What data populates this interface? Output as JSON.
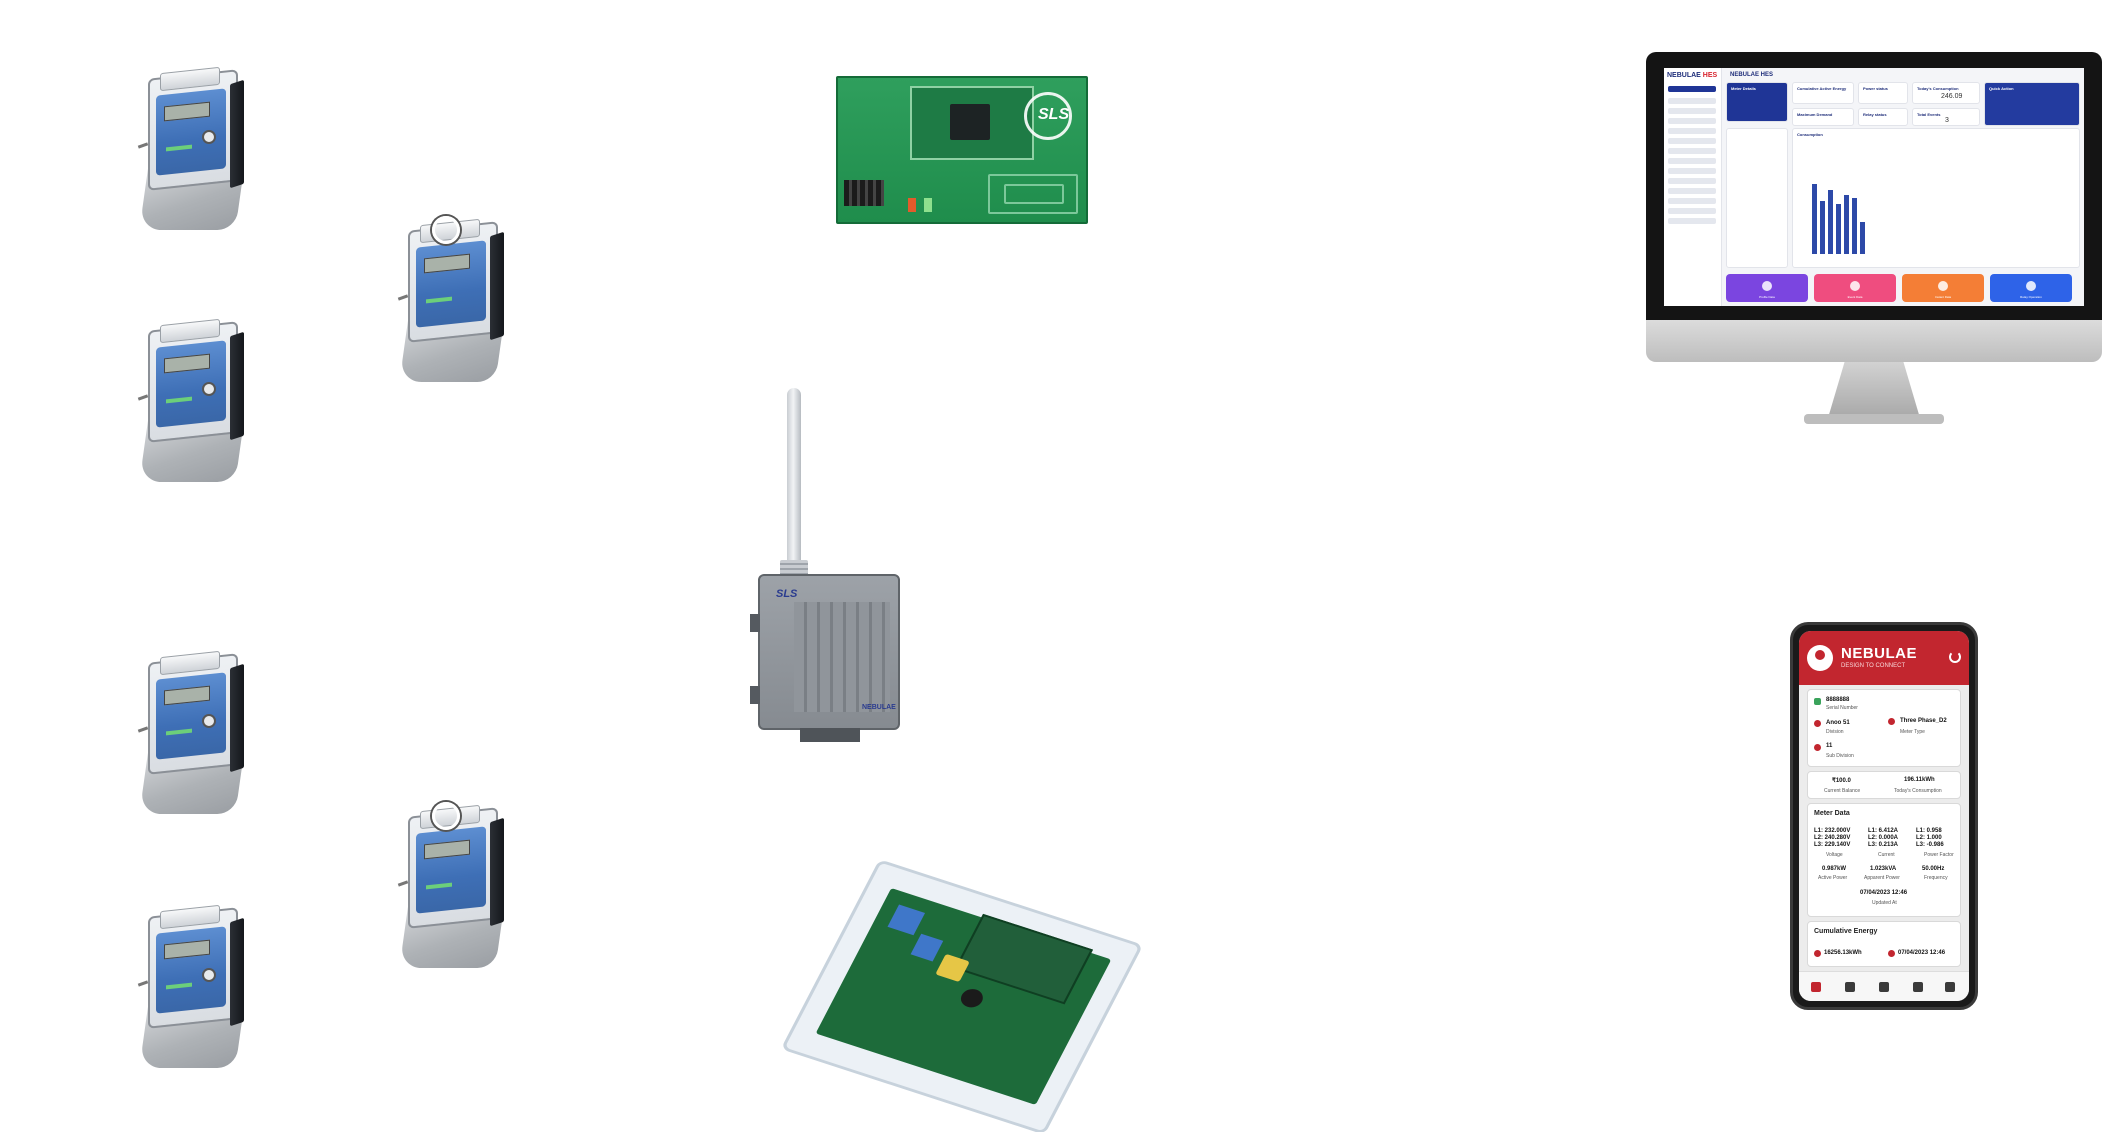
{
  "monitor_app": {
    "brand": "NEBULAE HES",
    "brand_main": "NEBULAE",
    "brand_accent": "HES",
    "page_title": "NEBULAE HES",
    "cards": {
      "meter_details": "Meter Details",
      "cumulative_active_energy": "Cumulative Active Energy",
      "power_status": "Power status",
      "todays_consumption": "Today's Consumption",
      "todays_consumption_value": "246.09",
      "quick_action": "Quick Action",
      "maximum_demand": "Maximum Demand",
      "relay_status": "Relay status",
      "total_events": "Total Events",
      "total_events_value": "3",
      "consumption": "Consumption"
    },
    "chart_data": {
      "type": "bar",
      "title": "Consumption",
      "values": [
        92,
        70,
        84,
        66,
        78,
        74,
        42
      ],
      "note": "values approximate (bar heights read from small screenshot)"
    },
    "actions": [
      {
        "label": "Profile Data",
        "color": "#7b45e0"
      },
      {
        "label": "Event Data",
        "color": "#ef4d7f"
      },
      {
        "label": "Instant Data",
        "color": "#f47e36"
      },
      {
        "label": "Relay Operation",
        "color": "#2e63e8"
      }
    ]
  },
  "mobile_app": {
    "brand": "NEBULAE",
    "tagline": "DESIGN TO CONNECT",
    "serial_number_value": "8888888",
    "serial_number_label": "Serial Number",
    "division_value": "Anoo 51",
    "division_label": "Division",
    "meter_type_value": "Three Phase_D2",
    "meter_type_label": "Meter Type",
    "sub_division_value": "11",
    "sub_division_label": "Sub Division",
    "current_balance_value": "₹100.0",
    "current_balance_label": "Current Balance",
    "todays_consumption_value": "196.11kWh",
    "todays_consumption_label": "Today's Consumption",
    "meter_data_heading": "Meter Data",
    "voltage": [
      "L1: 232.000V",
      "L2: 240.280V",
      "L3: 229.140V"
    ],
    "voltage_label": "Voltage",
    "current": [
      "L1: 6.412A",
      "L2: 0.000A",
      "L3: 0.213A"
    ],
    "current_label": "Current",
    "power_factor": [
      "L1: 0.958",
      "L2: 1.000",
      "L3: -0.986"
    ],
    "power_factor_label": "Power Factor",
    "active_power_value": "0.987kW",
    "active_power_label": "Active Power",
    "apparent_power_value": "1.023kVA",
    "apparent_power_label": "Apparent Power",
    "frequency_value": "50.00Hz",
    "frequency_label": "Frequency",
    "updated_value": "07/04/2023 12:46",
    "updated_label": "Updated At",
    "cumulative_energy_heading": "Cumulative Energy",
    "cumulative_energy_value": "16256.13kWh",
    "cumulative_energy_time": "07/04/2023 12:46"
  },
  "devices": {
    "rf_logo": "SLS",
    "gateway_logo": "SLS",
    "gateway_brand": "NEBULAE"
  },
  "colors": {
    "hes_primary": "#1f3596",
    "app_primary": "#c2262f",
    "meter_panel": "#4a7cc2",
    "pcb_green": "#27955a"
  }
}
